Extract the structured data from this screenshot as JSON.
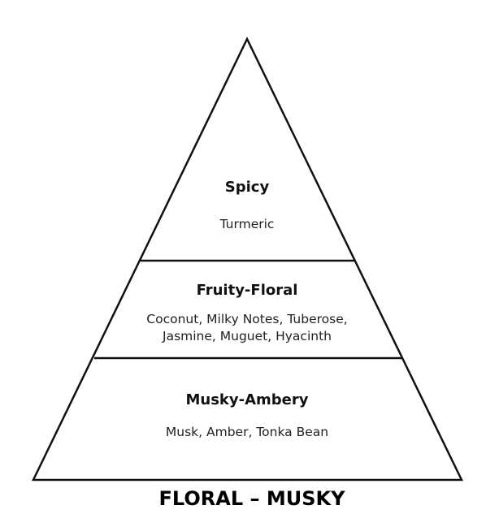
{
  "pyramid": {
    "tiers": [
      {
        "title": "Spicy",
        "notes": [
          "Turmeric"
        ]
      },
      {
        "title": "Fruity-Floral",
        "notes": [
          "Coconut, Milky Notes, Tuberose,",
          "Jasmine, Muguet, Hyacinth"
        ]
      },
      {
        "title": "Musky-Ambery",
        "notes": [
          "Musk, Amber, Tonka Bean"
        ]
      }
    ]
  },
  "footer": {
    "title": "FLORAL – MUSKY"
  },
  "colors": {
    "stroke": "#111111",
    "background": "#ffffff"
  }
}
